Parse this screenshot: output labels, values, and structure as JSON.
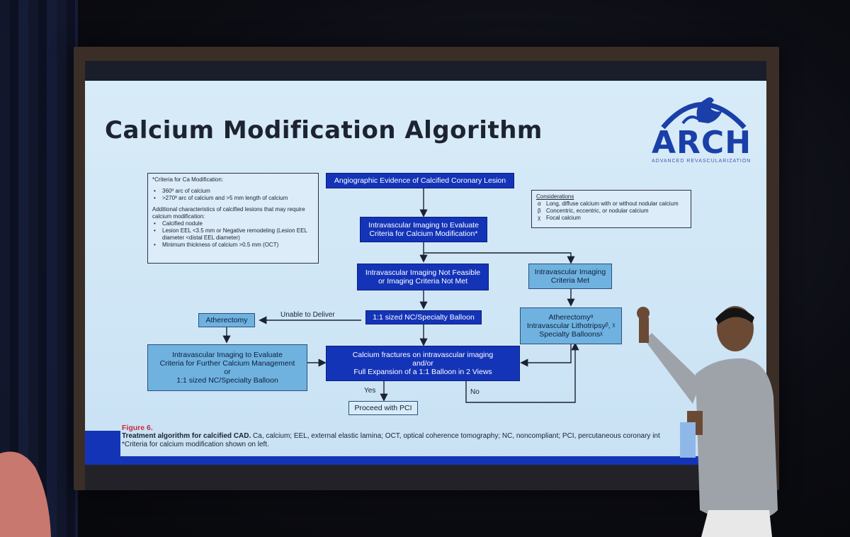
{
  "slide": {
    "title": "Calcium Modification Algorithm",
    "logo": {
      "word": "ARCH",
      "sub": "ADVANCED REVASCULARIZATION"
    },
    "criteria_note": {
      "heading": "*Criteria for Ca Modification:",
      "bullets": [
        "360º arc of calcium",
        ">270º arc of calcium and >5 mm length of calcium"
      ],
      "additional": "Additional characteristics of calcified lesions that may require calcium modification:",
      "bullets2": [
        "Calcified nodule",
        "Lesion EEL <3.5 mm or Negative remodeling (Lesion EEL diameter <distal EEL diameter)",
        "Minimum thickness of calcium >0.5 mm (OCT)"
      ]
    },
    "considerations": {
      "heading": "Considerations",
      "items": [
        {
          "sym": "α",
          "text": "Long, diffuse calcium with or without nodular calcium"
        },
        {
          "sym": "β",
          "text": "Concentric, eccentric, or nodular calcium"
        },
        {
          "sym": "χ",
          "text": "Focal calcium"
        }
      ]
    },
    "boxes": {
      "angio": "Angiographic Evidence of Calcified Coronary Lesion",
      "ivi_eval_l1": "Intravascular Imaging to Evaluate",
      "ivi_eval_l2": "Criteria for Calcium Modification*",
      "not_feasible_l1": "Intravascular Imaging Not Feasible",
      "not_feasible_l2": "or Imaging Criteria Not Met",
      "criteria_met_l1": "Intravascular Imaging",
      "criteria_met_l2": "Criteria Met",
      "balloon": "1:1 sized NC/Specialty Balloon",
      "atherectomy": "Atherectomy",
      "combo_l1": "Atherectomyᵅ",
      "combo_l2": "Intravascular Lithotripsyᵝ, ᵡ",
      "combo_l3": "Specialty Balloonsᵡ",
      "further_l1": "Intravascular Imaging to Evaluate",
      "further_l2": "Criteria for Further Calcium Management",
      "further_l3": "or",
      "further_l4": "1:1 sized NC/Specialty Balloon",
      "fractures_l1": "Calcium fractures on intravascular imaging",
      "fractures_l2": "and/or",
      "fractures_l3": "Full Expansion of a 1:1 Balloon in 2 Views",
      "proceed": "Proceed with PCI"
    },
    "labels": {
      "unable": "Unable to Deliver",
      "yes": "Yes",
      "no": "No"
    },
    "caption": {
      "fig": "Figure 6.",
      "bold": "Treatment algorithm for calcified CAD.",
      "text": " Ca, calcium; EEL, external elastic lamina; OCT, optical coherence tomography; NC, noncompliant; PCI, percutaneous coronary int",
      "footnote": "*Criteria for calcium modification shown on left."
    }
  },
  "colors": {
    "dark_box": "#1434b8",
    "light_box": "#6fb2e0",
    "title": "#1d2330",
    "figure_label": "#c72a43"
  }
}
